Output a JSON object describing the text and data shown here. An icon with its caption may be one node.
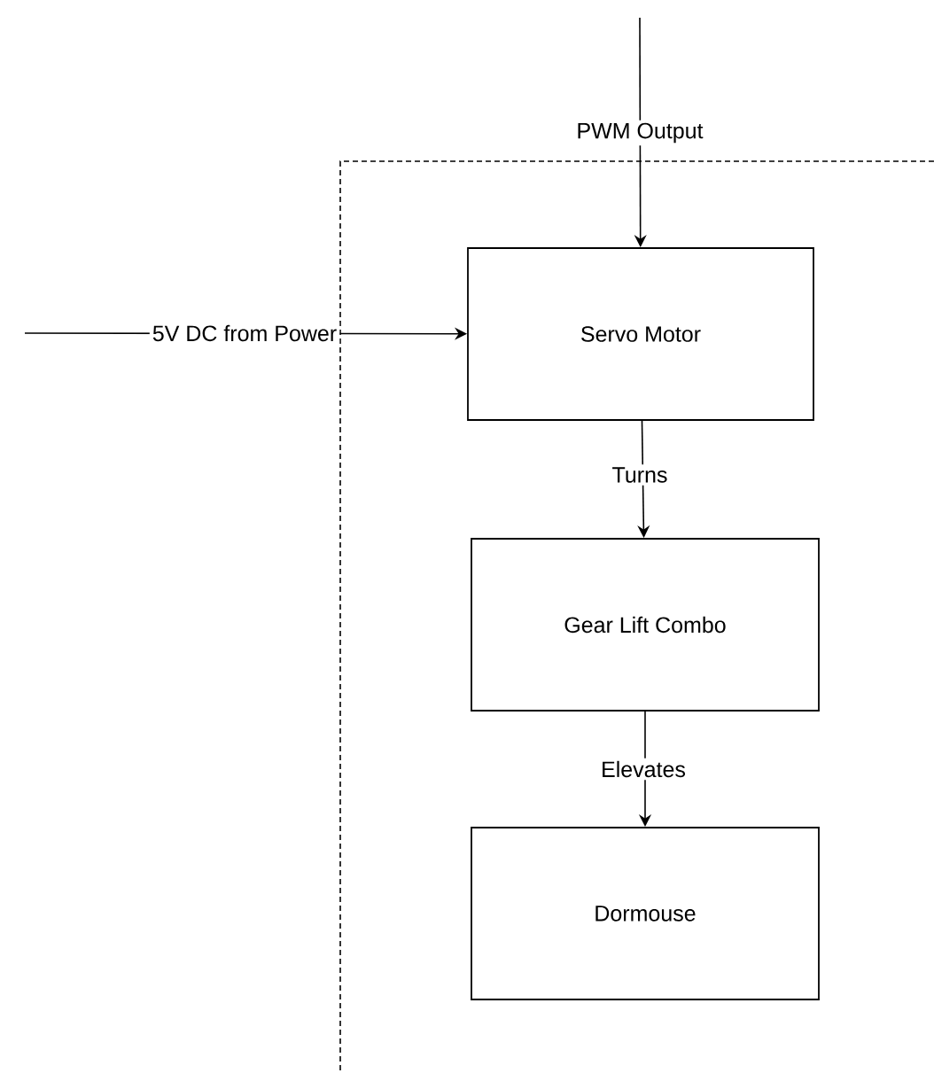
{
  "diagram": {
    "nodes": [
      {
        "text": [
          "Servo Motor"
        ]
      },
      {
        "text": [
          "Gear Lift Combo"
        ]
      },
      {
        "text": [
          "Dormouse"
        ]
      }
    ],
    "edges": [
      {
        "from": null,
        "to": 0,
        "arrow": "to",
        "label": "PWM Output"
      },
      {
        "from": null,
        "to": 0,
        "arrow": "to",
        "label": "5V DC from Power"
      },
      {
        "from": 0,
        "to": 1,
        "arrow": "to",
        "label": "Turns"
      },
      {
        "from": 1,
        "to": 2,
        "arrow": "to",
        "label": "Elevates"
      }
    ]
  }
}
